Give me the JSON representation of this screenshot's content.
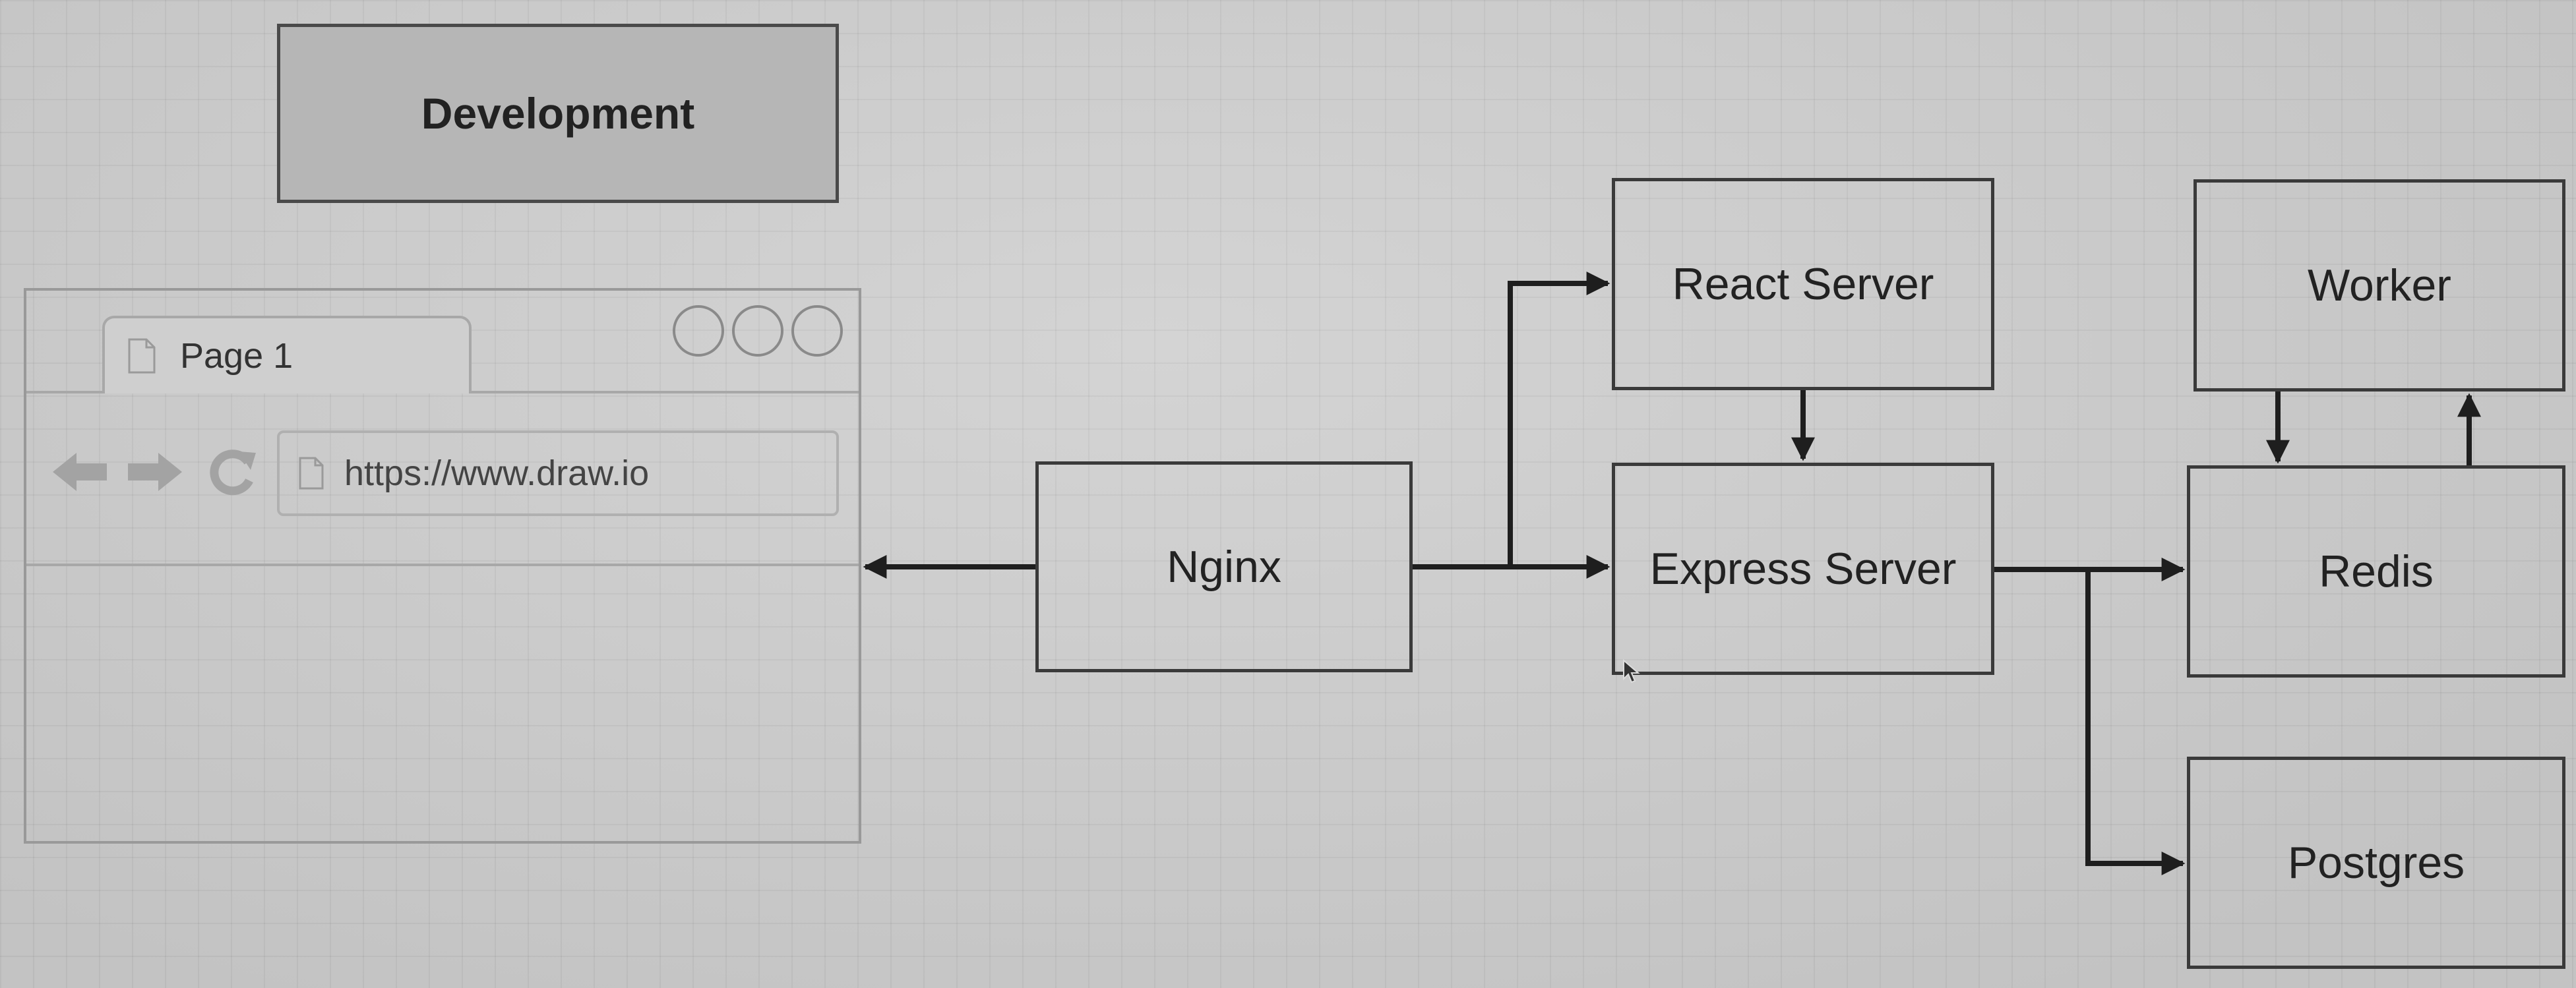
{
  "title": "Development",
  "browser": {
    "tab_label": "Page 1",
    "url": "https://www.draw.io"
  },
  "nodes": {
    "nginx": "Nginx",
    "react_server": "React Server",
    "express_server": "Express Server",
    "worker": "Worker",
    "redis": "Redis",
    "postgres": "Postgres"
  },
  "edges": [
    {
      "from": "nginx",
      "to": "browser"
    },
    {
      "from": "nginx",
      "to": "react_server"
    },
    {
      "from": "nginx",
      "to": "express_server"
    },
    {
      "from": "react_server",
      "to": "express_server"
    },
    {
      "from": "express_server",
      "to": "redis"
    },
    {
      "from": "express_server",
      "to": "postgres"
    },
    {
      "from": "worker",
      "to": "redis"
    },
    {
      "from": "redis",
      "to": "worker"
    }
  ]
}
